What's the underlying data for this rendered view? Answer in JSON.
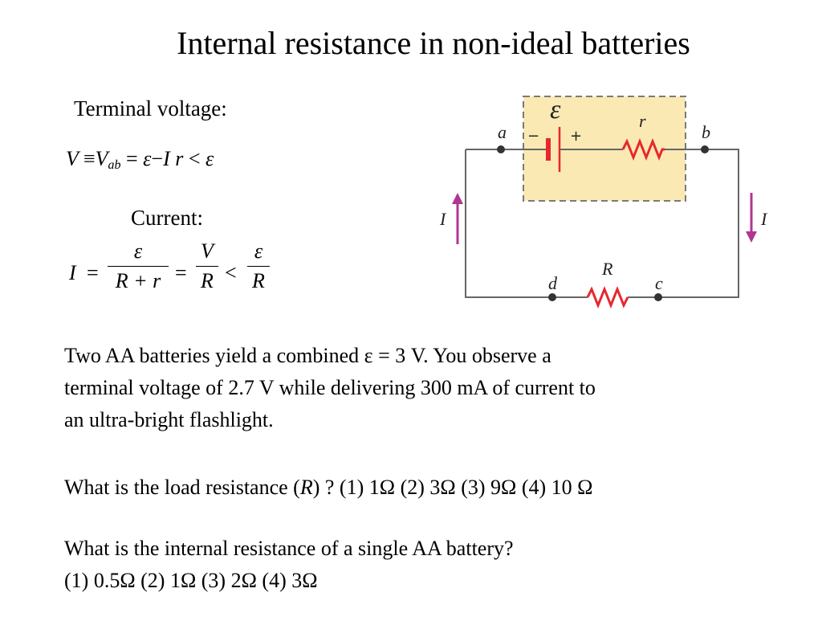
{
  "title": "Internal resistance in non-ideal batteries",
  "terminal_label": "Terminal voltage:",
  "current_label": "Current:",
  "eq1": {
    "V": "V",
    "equiv": "≡",
    "Vab_main": "V",
    "Vab_sub": "ab",
    "eq": "=",
    "eps": "ε",
    "minus": "−",
    "I": "I",
    "r": "r",
    "lt": "<",
    "eps2": "ε"
  },
  "eq2": {
    "I": "I",
    "eq1": "=",
    "f1_num": "ε",
    "f1_den": "R + r",
    "eq2": "=",
    "f2_num": "V",
    "f2_den": "R",
    "lt": "<",
    "f3_num": "ε",
    "f3_den": "R"
  },
  "circuit": {
    "emf": "ε",
    "minus": "−",
    "plus": "+",
    "r": "r",
    "a": "a",
    "b": "b",
    "c": "c",
    "d": "d",
    "R": "R",
    "I_left": "I",
    "I_right": "I",
    "colors": {
      "box_fill": "#fbe9b4",
      "box_border": "#7a7a7a",
      "wire": "#666666",
      "resistor": "#e8262d",
      "battery": "#e8262d",
      "arrow": "#b0368f",
      "node": "#333333"
    }
  },
  "problem": {
    "p1_lines": [
      "Two AA batteries yield a combined ε = 3 V.  You observe a",
      "terminal voltage of  2.7 V while delivering 300 mA of current to",
      "an ultra-bright flashlight."
    ],
    "q1_pre": "What is the load resistance (",
    "q1_R": "R",
    "q1_post": ") ?  (1) 1Ω  (2) 3Ω  (3) 9Ω  (4) 10 Ω",
    "q2_line1": "What is the internal resistance of a single AA battery?",
    "q2_line2": "(1) 0.5Ω  (2) 1Ω  (3) 2Ω  (4) 3Ω"
  }
}
